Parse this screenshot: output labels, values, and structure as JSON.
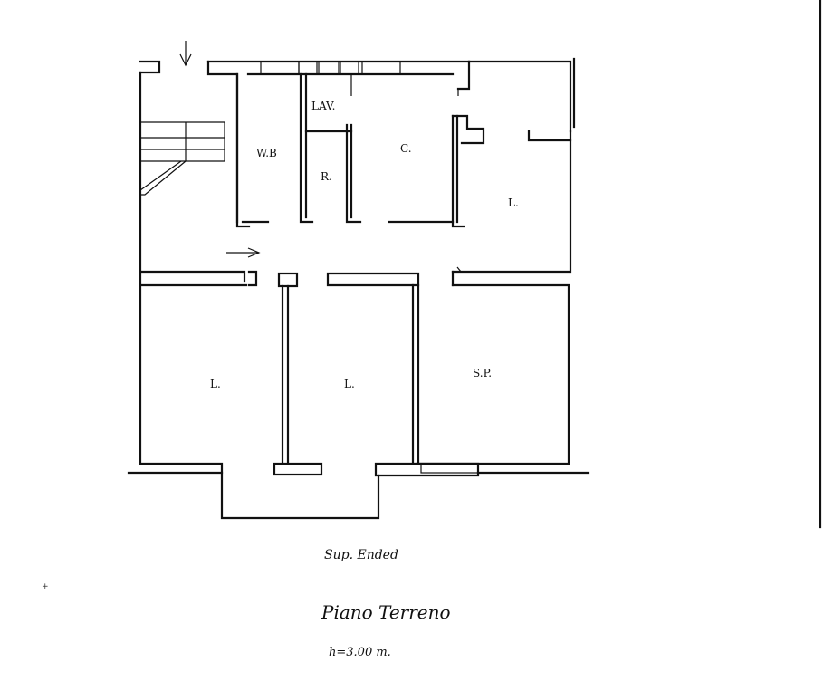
{
  "rooms": {
    "wb": "W.B",
    "lav": "LAV.",
    "c": "C.",
    "r": "R.",
    "l_top_right": "L.",
    "l_bottom_left": "L.",
    "l_bottom_mid": "L.",
    "sp": "S.P."
  },
  "notes": {
    "line1": "Sup. Ended",
    "line2": "Piano Terreno",
    "line3": "h=3.00 m."
  }
}
